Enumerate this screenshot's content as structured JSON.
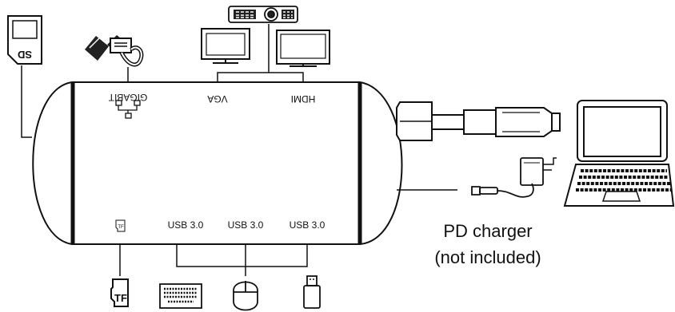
{
  "colors": {
    "line": "#111111",
    "fill_light": "#ffffff",
    "fill_dark": "#222222"
  },
  "top_ports": {
    "gigabit": "GIGABIT",
    "vga": "VGA",
    "hdmi": "HDMI"
  },
  "bottom_ports": {
    "usb_1": "USB 3.0",
    "usb_2": "USB 3.0",
    "usb_3": "USB 3.0",
    "tf_slot": "TF"
  },
  "cards": {
    "sd_card": "SD",
    "tf_card": "TF"
  },
  "charger": {
    "line1": "PD charger",
    "line2": "(not included)"
  },
  "icons": [
    "sd-card-icon",
    "ethernet-cable-icon",
    "projector-icon",
    "monitor-icon",
    "tf-card-icon",
    "keyboard-icon",
    "mouse-icon",
    "usb-drive-icon",
    "usb-c-cable-icon",
    "power-adapter-icon",
    "laptop-icon",
    "network-port-icon"
  ]
}
